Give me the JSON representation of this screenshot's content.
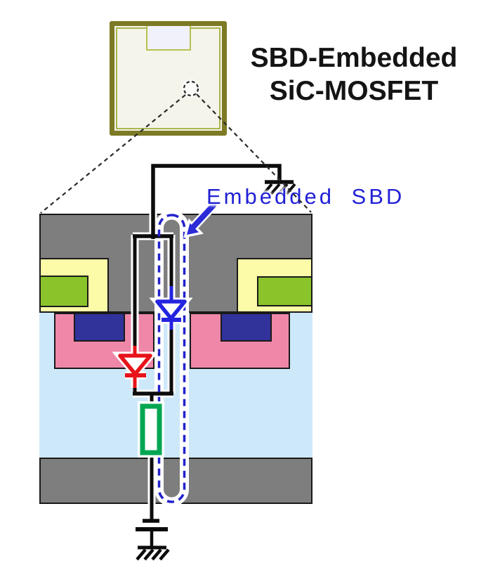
{
  "title": {
    "line1": "SBD-Embedded",
    "line2": "SiC-MOSFET"
  },
  "callout": {
    "label": "Embedded SBD"
  },
  "colors": {
    "metal_gray": "#7E7E7E",
    "drift_light_blue": "#CDE9F9",
    "gate_yellow": "#FBFBA8",
    "gate_poly_green": "#8BC32A",
    "pwell_pink": "#EF87A8",
    "nsource_navy": "#32329B",
    "body_diode_red": "#E8131A",
    "sbd_diode_blue": "#2424E0",
    "dashed_outline_blue": "#2222CC",
    "arrow_blue": "#2B2BD8",
    "resistor_green": "#00A651",
    "label_blue": "#2121D6",
    "chip_border_olive": "#7C7A24",
    "chip_fill": "#F4F4EA",
    "chip_pad_fill": "#F0F1FA"
  },
  "components": [
    "chip-top-view",
    "magnifier-callout-circle",
    "source-ground-symbol",
    "drain-ground-symbol",
    "source-contact-loop",
    "body-diode-red",
    "embedded-schottky-diode-blue",
    "drift-resistor-green",
    "embedded-sbd-dashed-outline",
    "callout-arrow"
  ]
}
